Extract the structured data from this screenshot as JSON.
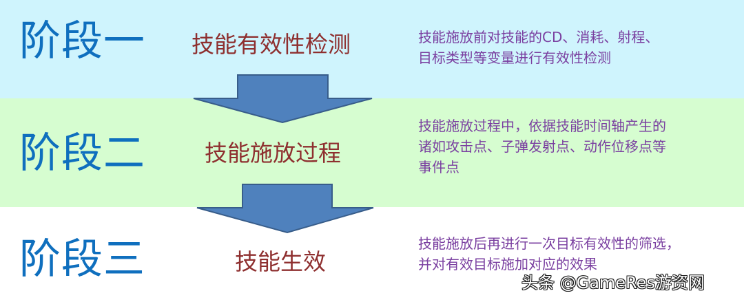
{
  "stages": [
    {
      "title": "阶段一",
      "name": "技能有效性检测",
      "description": "技能施放前对技能的CD、消耗、射程、\n目标类型等变量进行有效性检测",
      "background": "#cff4fd"
    },
    {
      "title": "阶段二",
      "name": "技能施放过程",
      "description": "技能施放过程中，依据技能时间轴产生的\n诸如攻击点、子弹发射点、动作位移点等\n事件点",
      "background": "#d6fdd0"
    },
    {
      "title": "阶段三",
      "name": "技能生效",
      "description": "技能施放后再进行一次目标有效性的筛选，\n并对有效目标施加对应的效果",
      "background": "#ffffff"
    }
  ],
  "arrows": [
    {
      "from": "阶段一",
      "to": "阶段二",
      "color": "#4f81bd"
    },
    {
      "from": "阶段二",
      "to": "阶段三",
      "color": "#4f81bd"
    }
  ],
  "colors": {
    "stage_title": "#0f6fbe",
    "stage_name": "#8e2f2f",
    "description": "#7a3fa0",
    "arrow_fill": "#4f81bd",
    "arrow_stroke": "#385d8a"
  },
  "watermark": "头条 @GameRes游资网"
}
